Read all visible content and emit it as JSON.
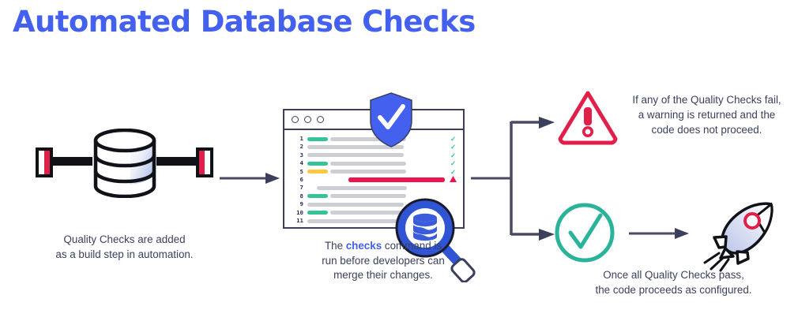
{
  "page_title": "Automated Database Checks",
  "theme": {
    "accent_blue": "#4361ee",
    "text_navy": "#3b3f5c",
    "green": "#37c39a",
    "teal": "#2ab39b",
    "yellow": "#ffc83d",
    "red": "#ec1550",
    "crimson": "#e01f4a",
    "gray_bar": "#cdced4",
    "arrow": "#4a4a63"
  },
  "stages": {
    "database": {
      "icon_name": "database-cylinder-icon",
      "caption_line1": "Quality Checks are added",
      "caption_line2": "as a build step in automation.",
      "caption": "Quality Checks are added\nas a build step in automation."
    },
    "code": {
      "icon_name": "code-window-icon",
      "shield_icon": "shield-check-icon",
      "magnifier_icon": "magnifier-database-icon",
      "window_dots": 3,
      "caption_prefix": "The ",
      "caption_command": "checks",
      "caption_suffix": " command is\nrun before developers can\nmerge their changes.",
      "lines": [
        {
          "number": "1",
          "tokens": [
            {
              "color": "green",
              "width": 26
            },
            {
              "color": "gray",
              "width": 96
            }
          ],
          "mark": "check"
        },
        {
          "number": "2",
          "tokens": [
            {
              "color": "gray",
              "width": 122
            }
          ],
          "mark": "check"
        },
        {
          "number": "3",
          "tokens": [
            {
              "color": "gray",
              "width": 122
            }
          ],
          "mark": "check"
        },
        {
          "number": "4",
          "tokens": [
            {
              "color": "green",
              "width": 26
            },
            {
              "color": "gray",
              "width": 96
            }
          ],
          "mark": "check"
        },
        {
          "number": "5",
          "tokens": [
            {
              "color": "yellow",
              "width": 26
            },
            {
              "color": "gray",
              "width": 96
            }
          ],
          "mark": "check"
        },
        {
          "number": "6",
          "tokens": [
            {
              "color": "red",
              "width": 122,
              "indent": 52
            }
          ],
          "mark": "warning"
        },
        {
          "number": "7",
          "tokens": [
            {
              "color": "gray",
              "width": 114,
              "indent": 12
            }
          ],
          "mark": ""
        },
        {
          "number": "8",
          "tokens": [
            {
              "color": "green",
              "width": 26
            },
            {
              "color": "gray",
              "width": 96
            }
          ],
          "mark": ""
        },
        {
          "number": "9",
          "tokens": [
            {
              "color": "gray",
              "width": 122
            }
          ],
          "mark": ""
        },
        {
          "number": "10",
          "tokens": [
            {
              "color": "green",
              "width": 26
            },
            {
              "color": "gray",
              "width": 96
            }
          ],
          "mark": ""
        },
        {
          "number": "11",
          "tokens": [
            {
              "color": "gray",
              "width": 122
            }
          ],
          "mark": ""
        }
      ]
    },
    "warning": {
      "icon_name": "warning-triangle-icon",
      "caption_line1": "If any of the Quality Checks fail,",
      "caption_line2": "a warning is returned and the",
      "caption_line3": "code does not proceed.",
      "caption": "If any of the Quality Checks fail,\na warning is returned and the\ncode does not proceed."
    },
    "success": {
      "icon_name": "check-circle-icon",
      "result_icon_name": "rocket-icon",
      "caption_line1": "Once all Quality Checks pass,",
      "caption_line2": "the code proceeds as configured.",
      "caption": "Once all Quality Checks pass,\nthe code proceeds as configured."
    }
  },
  "arrows": {
    "db_to_code": "arrow-right",
    "branch": "branch-split-arrow",
    "success_to_rocket": "arrow-right"
  }
}
